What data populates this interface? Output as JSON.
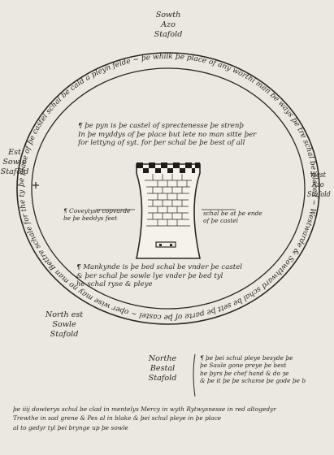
{
  "manuscript": {
    "top_label": [
      "Sowth",
      "Azo",
      "Stafold"
    ],
    "left_label": [
      "Est",
      "Sowle",
      "Stafold"
    ],
    "right_label": [
      "West",
      "Azo",
      "Stafold"
    ],
    "bottom_left_label": [
      "North est",
      "Sowle",
      "Stafold"
    ],
    "bottom_right_label": [
      "Northe",
      "Bestal",
      "Stafold"
    ],
    "ring_text": "þe place of þe castel schal be cald a pleyn felde ~ þe whilk þe place of any worthi man be ways þe tre schal be placed ~ Westwarde & Sowthward schal be sett þe parte of þe castel ~ oþer wise may no man Bettre schale for the tyme",
    "top_inner_lines": [
      "¶ þe pyn is þe castel of sprectenesse þe strenþ",
      "In þe myddys of þe place but lete no man sitte þer",
      "for lettyng of syt. for þer schal be þe best of all"
    ],
    "castle_label_left": [
      "¶ Coveytyse copvurde",
      "be þe beddys feet"
    ],
    "castle_label_right": [
      "schal be at þe ende",
      "of þe castel"
    ],
    "bottom_inner_lines": [
      "¶ Mankynde is þe bed schal be vnder þe castel",
      "& þer schal þe sowle lye vnder þe bed tyl",
      "he schal ryse & pleye"
    ],
    "side_notes": [
      "¶ þe þei schul pleye besyde þe",
      "þe Saule gone preye þe best",
      "be þyrs þe chef hand & do ȝe",
      "& þe it þe þe schame þe gode þe b"
    ],
    "footer_lines": [
      "þe iiij dowterys schul be clad in mentelys Mercy in wyth Rytwysnesse in red altogedyr",
      "Trewthe in sad grene & Pes al in blake & þei schul pleye in þe place",
      "al to gedyr tyl þei brynge up þe sowle"
    ]
  },
  "colors": {
    "ink": "#2b2620",
    "parchment": "#ebe8e1"
  }
}
